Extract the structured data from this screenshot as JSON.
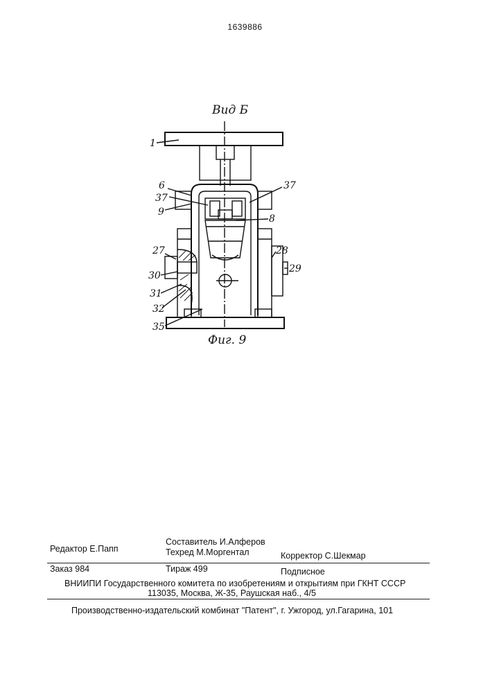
{
  "patent_number": "1639886",
  "figure": {
    "view_label": "Вид Б",
    "caption": "Фиг. 9",
    "labels": {
      "l1": "1",
      "l6": "6",
      "l37a": "37",
      "l37b": "37",
      "l9": "9",
      "l8": "8",
      "l27": "27",
      "l28": "28",
      "l29": "29",
      "l30": "30",
      "l31": "31",
      "l32": "32",
      "l35": "35"
    }
  },
  "imprint": {
    "editor": "Редактор  Е.Папп",
    "compiler": "Составитель И.Алферов",
    "techred": "Техред М.Моргентал",
    "corrector": "Корректор  С.Шекмар",
    "order": "Заказ  984",
    "circulation": "Тираж 499",
    "subscription": "Подписное",
    "org_line": "ВНИИПИ Государственного комитета по изобретениям и открытиям при ГКНТ СССР",
    "address": "113035, Москва, Ж-35, Раушская наб., 4/5",
    "publisher": "Производственно-издательский комбинат \"Патент\", г. Ужгород, ул.Гагарина, 101"
  }
}
